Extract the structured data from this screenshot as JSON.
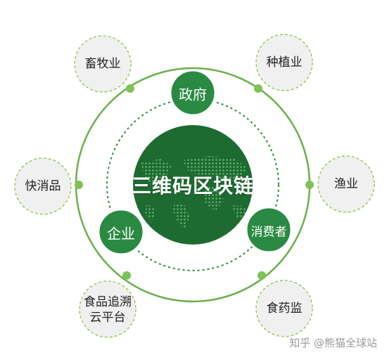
{
  "diagram": {
    "center_label": "三维码区块链",
    "inner_nodes": {
      "top": "政府",
      "left": "企业",
      "right": "消费者"
    },
    "outer_nodes": {
      "top_left": "畜牧业",
      "top_right": "种植业",
      "left": "快消品",
      "right": "渔业",
      "bottom_left": "食品追溯\n云平台",
      "bottom_right": "食药监"
    }
  },
  "watermark": "知乎 @熊猫全球站",
  "colors": {
    "primary_green": "#2a8a43",
    "dark_green": "#1e6b32",
    "ring_green": "#6ab04c",
    "dot_green": "#7cc254",
    "outer_circle_fill": "#f0f0f0",
    "outer_circle_stroke": "#8bc34a"
  }
}
